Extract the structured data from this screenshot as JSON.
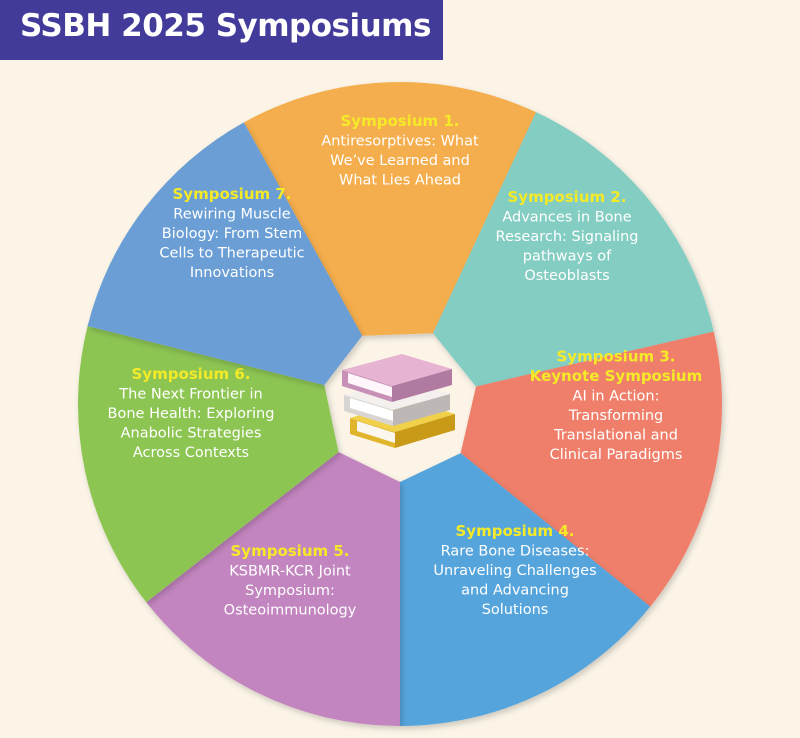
{
  "title": "SSBH 2025 Symposiums",
  "colors": {
    "background": "#fbf4e7",
    "banner": "#423b9a",
    "heading_text": "#f5ea28",
    "body_text": "#ffffff"
  },
  "center_icon": "stacked-books-icon",
  "segments": [
    {
      "id": "symposium-1",
      "color": "#f5ae4d",
      "heading": [
        "Symposium 1."
      ],
      "lines": [
        "Antiresorptives: What",
        "We’ve Learned and",
        "What Lies Ahead"
      ]
    },
    {
      "id": "symposium-2",
      "color": "#84cdc2",
      "heading": [
        "Symposium 2."
      ],
      "lines": [
        "Advances in Bone",
        "Research: Signaling",
        "pathways of",
        "Osteoblasts"
      ]
    },
    {
      "id": "symposium-3",
      "color": "#ef7f6a",
      "heading": [
        "Symposium 3.",
        "Keynote Symposium"
      ],
      "lines": [
        "AI in Action:",
        "Transforming",
        "Translational and",
        "Clinical Paradigms"
      ]
    },
    {
      "id": "symposium-4",
      "color": "#55a4dc",
      "heading": [
        "Symposium 4."
      ],
      "lines": [
        "Rare Bone Diseases:",
        "Unraveling Challenges",
        "and Advancing",
        "Solutions"
      ]
    },
    {
      "id": "symposium-5",
      "color": "#c385bf",
      "heading": [
        "Symposium 5."
      ],
      "lines": [
        "KSBMR-KCR Joint",
        "Symposium:",
        "Osteoimmunology"
      ]
    },
    {
      "id": "symposium-6",
      "color": "#8dc552",
      "heading": [
        "Symposium 6."
      ],
      "lines": [
        "The Next Frontier in",
        "Bone Health: Exploring",
        "Anabolic Strategies",
        "Across Contexts"
      ]
    },
    {
      "id": "symposium-7",
      "color": "#6a9ed5",
      "heading": [
        "Symposium 7."
      ],
      "lines": [
        "Rewiring Muscle",
        "Biology: From Stem",
        "Cells to Therapeutic",
        "Innovations"
      ]
    }
  ]
}
